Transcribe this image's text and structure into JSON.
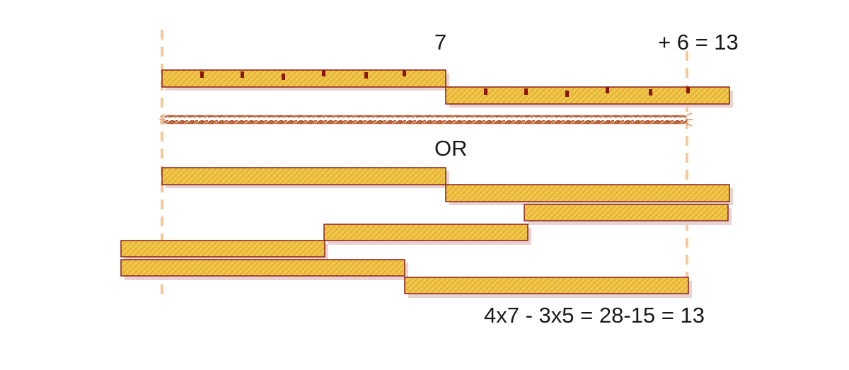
{
  "labels": {
    "seven": "7",
    "plus_six": "+ 6 = 13",
    "or": "OR",
    "equation": "4x7 - 3x5 = 28-15 = 13"
  },
  "colors": {
    "rod_fill": "#f2c94c",
    "rod_pattern": "#d9a62a",
    "rod_border": "#8b1f1f",
    "rod_shadow": "#e8cfd0",
    "tick": "#8b1414",
    "guide_line": "#f6c99a",
    "rope": "#b5562e"
  },
  "icons": {
    "rod": "cuisenaire-rod",
    "rope": "twisted-rope"
  }
}
